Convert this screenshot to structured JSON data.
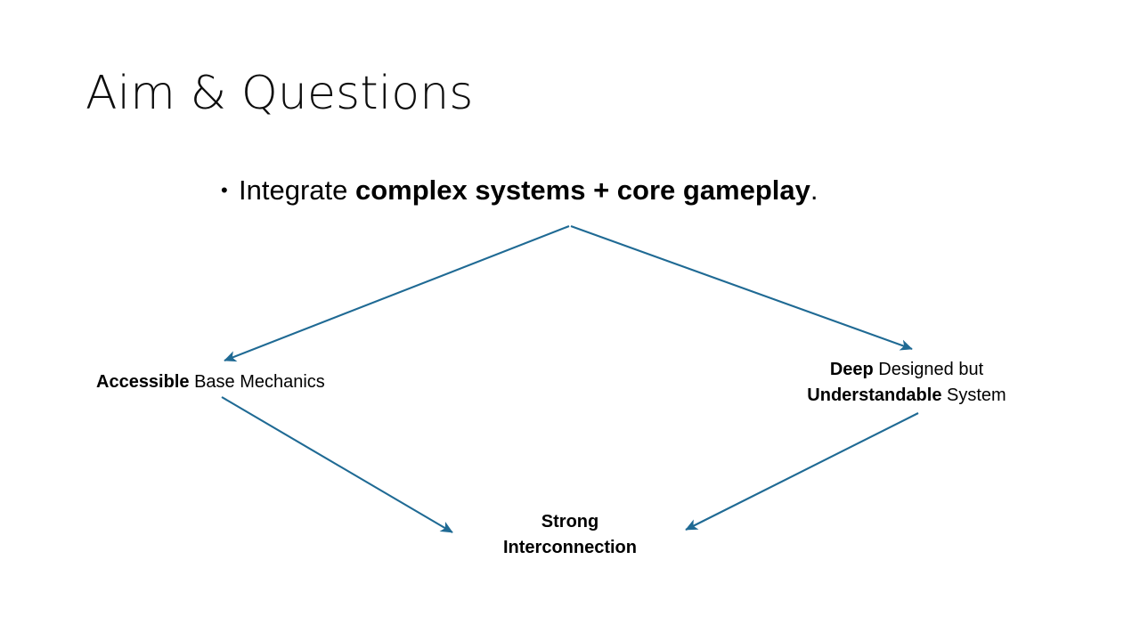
{
  "slide": {
    "title": "Aim & Questions",
    "background_color": "#ffffff",
    "text_color": "#000000",
    "accent_color": "#1f6a94"
  },
  "bullet": {
    "marker": "bullet-dot",
    "lead": "Integrate ",
    "emphasis": "complex systems + core gameplay",
    "trail": "."
  },
  "diagram": {
    "type": "flow-diagram",
    "arrow_color": "#1f6a94",
    "nodes": [
      {
        "id": "accessible",
        "emphasis": "Accessible",
        "rest": " Base Mechanics"
      },
      {
        "id": "deep",
        "line1_emphasis": "Deep",
        "line1_rest": " Designed but",
        "line2_emphasis": "Understandable",
        "line2_rest": " System"
      },
      {
        "id": "strong",
        "line1": "Strong",
        "line2": "Interconnection"
      }
    ],
    "edges": [
      {
        "id": "apex-to-accessible",
        "from": "apex",
        "to": "accessible",
        "direction": "down-left"
      },
      {
        "id": "apex-to-deep",
        "from": "apex",
        "to": "deep",
        "direction": "down-right"
      },
      {
        "id": "accessible-to-strong",
        "from": "accessible",
        "to": "strong",
        "direction": "down-right"
      },
      {
        "id": "deep-to-strong",
        "from": "deep",
        "to": "strong",
        "direction": "down-left"
      }
    ]
  }
}
